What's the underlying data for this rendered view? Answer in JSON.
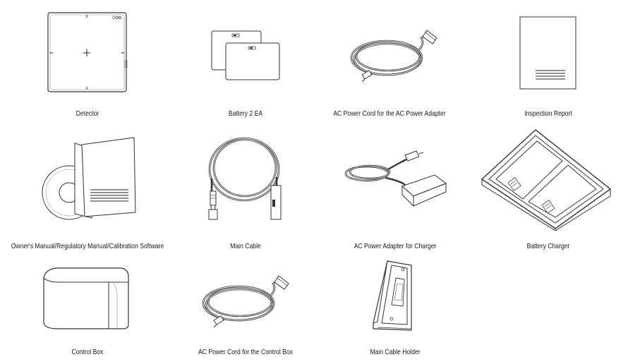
{
  "items": [
    {
      "label": "Detector",
      "icon": "detector-icon"
    },
    {
      "label": "Battery 2 EA",
      "icon": "battery-icon"
    },
    {
      "label": "AC Power Cord for the AC Power Adapter",
      "icon": "power-cord-icon"
    },
    {
      "label": "Inspection Report",
      "icon": "report-icon"
    },
    {
      "label": "Owner's Manual/Regulatory Manual/Calibration Software",
      "icon": "manual-cd-icon"
    },
    {
      "label": "Main Cable",
      "icon": "cable-icon"
    },
    {
      "label": "AC Power Adapter for Charger",
      "icon": "power-adapter-icon"
    },
    {
      "label": "Battery Charger",
      "icon": "charger-icon"
    },
    {
      "label": "Control Box",
      "icon": "control-box-icon"
    },
    {
      "label": "AC Power Cord for the Control Box",
      "icon": "power-cord-icon"
    },
    {
      "label": "Main Cable Holder",
      "icon": "cable-holder-icon"
    }
  ]
}
